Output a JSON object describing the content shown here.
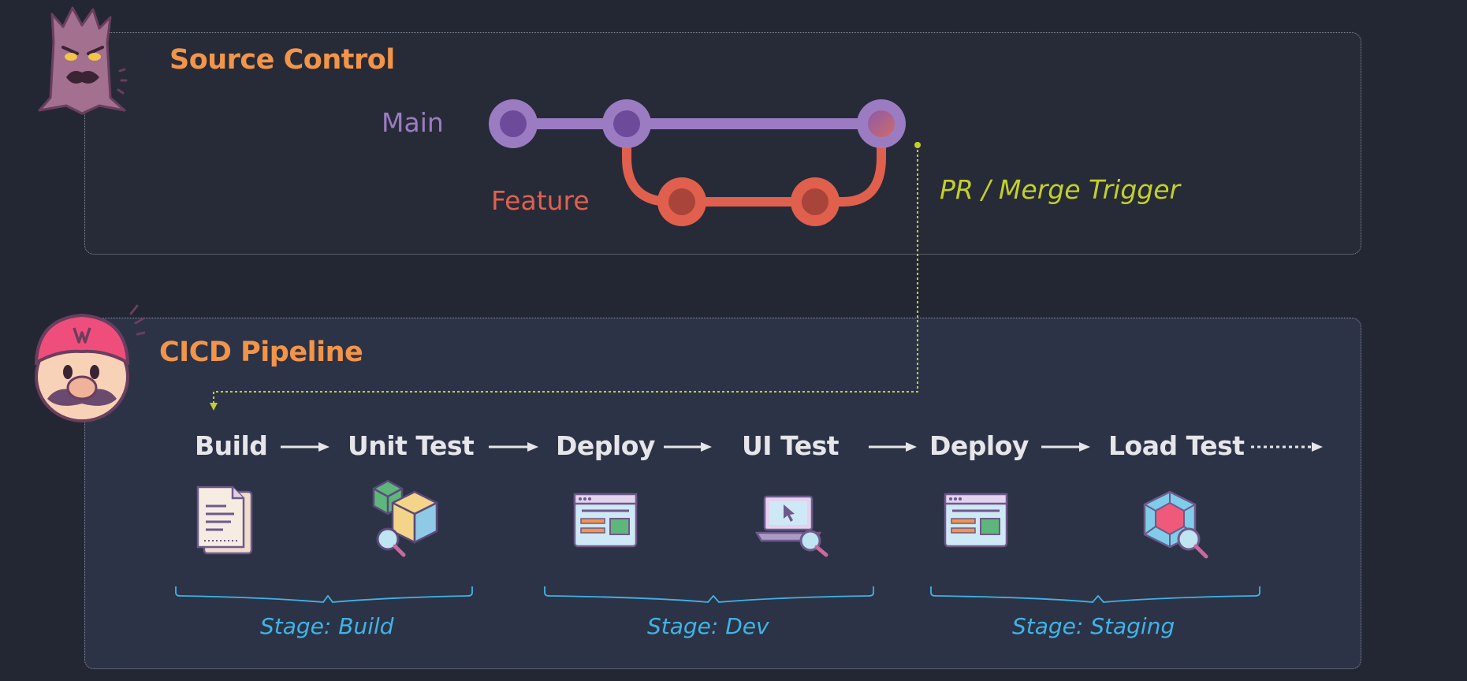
{
  "source_control": {
    "title": "Source Control",
    "main_label": "Main",
    "feature_label": "Feature",
    "trigger_label": "PR / Merge Trigger"
  },
  "pipeline": {
    "title": "CICD Pipeline",
    "steps": [
      {
        "label": "Build",
        "icon": "document-icon"
      },
      {
        "label": "Unit Test",
        "icon": "boxes-magnifier-icon"
      },
      {
        "label": "Deploy",
        "icon": "browser-window-icon"
      },
      {
        "label": "UI Test",
        "icon": "laptop-magnifier-icon"
      },
      {
        "label": "Deploy",
        "icon": "browser-window-icon"
      },
      {
        "label": "Load Test",
        "icon": "cube-magnifier-icon"
      }
    ],
    "stages": [
      {
        "label": "Stage: Build"
      },
      {
        "label": "Stage: Dev"
      },
      {
        "label": "Stage: Staging"
      }
    ]
  },
  "colors": {
    "background": "#232733",
    "title_orange": "#f2954a",
    "main_branch": "#9b7cc2",
    "feature_branch": "#e0604d",
    "trigger": "#c3d02a",
    "stage_blue": "#3fb4e6"
  },
  "mascots": [
    "tree-monster-icon",
    "mario-face-icon"
  ]
}
